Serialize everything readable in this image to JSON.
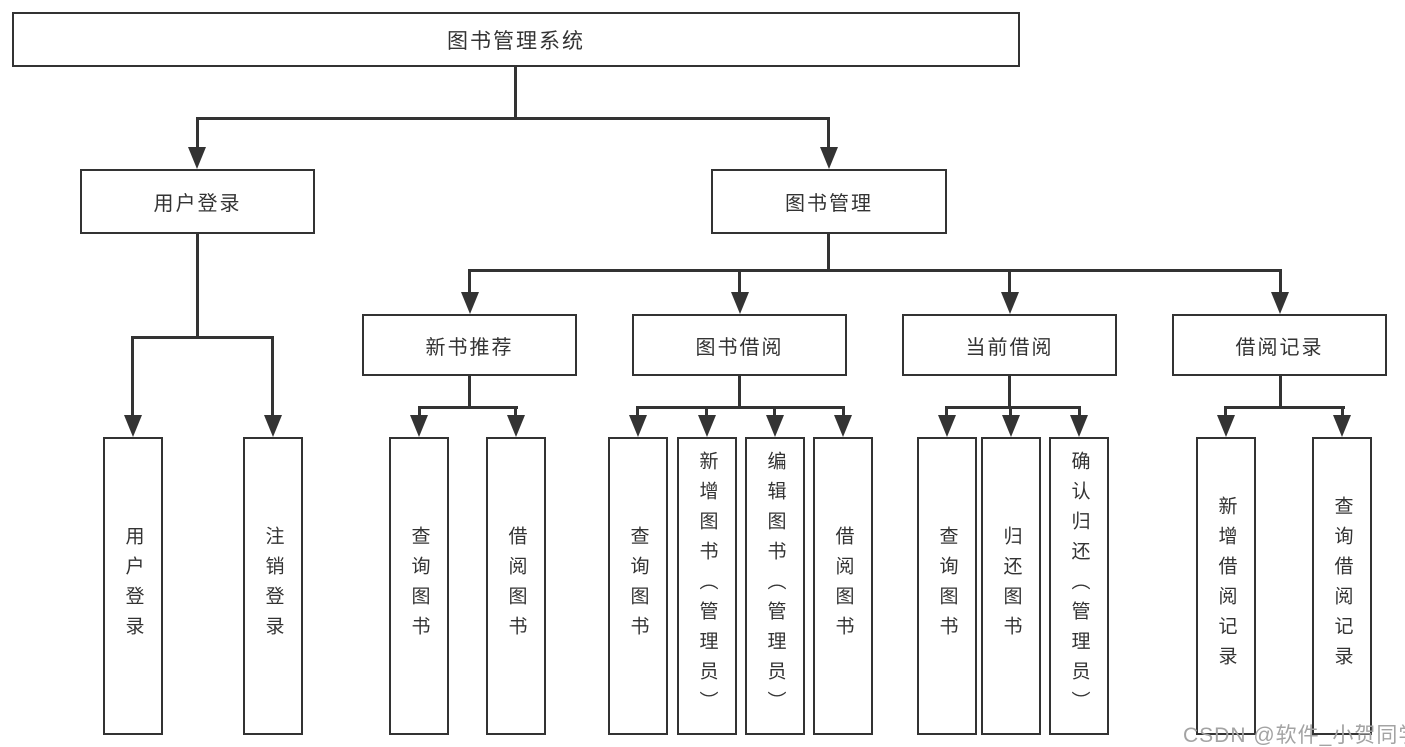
{
  "diagram": {
    "root": "图书管理系统",
    "branches": [
      {
        "label": "用户登录",
        "children": [
          "用户登录",
          "注销登录"
        ]
      },
      {
        "label": "图书管理",
        "sections": [
          {
            "label": "新书推荐",
            "children": [
              "查询图书",
              "借阅图书"
            ]
          },
          {
            "label": "图书借阅",
            "children": [
              "查询图书",
              "新增图书（管理员）",
              "编辑图书（管理员）",
              "借阅图书"
            ]
          },
          {
            "label": "当前借阅",
            "children": [
              "查询图书",
              "归还图书",
              "确认归还（管理员）"
            ]
          },
          {
            "label": "借阅记录",
            "children": [
              "新增借阅记录",
              "查询借阅记录"
            ]
          }
        ]
      }
    ],
    "colors": {
      "line": "#333333",
      "box_border": "#333333",
      "text": "#333333",
      "background": "#ffffff",
      "watermark_text": "#a3a3a3"
    }
  },
  "watermark": {
    "text": "CSDN @软件_小贺同学"
  }
}
